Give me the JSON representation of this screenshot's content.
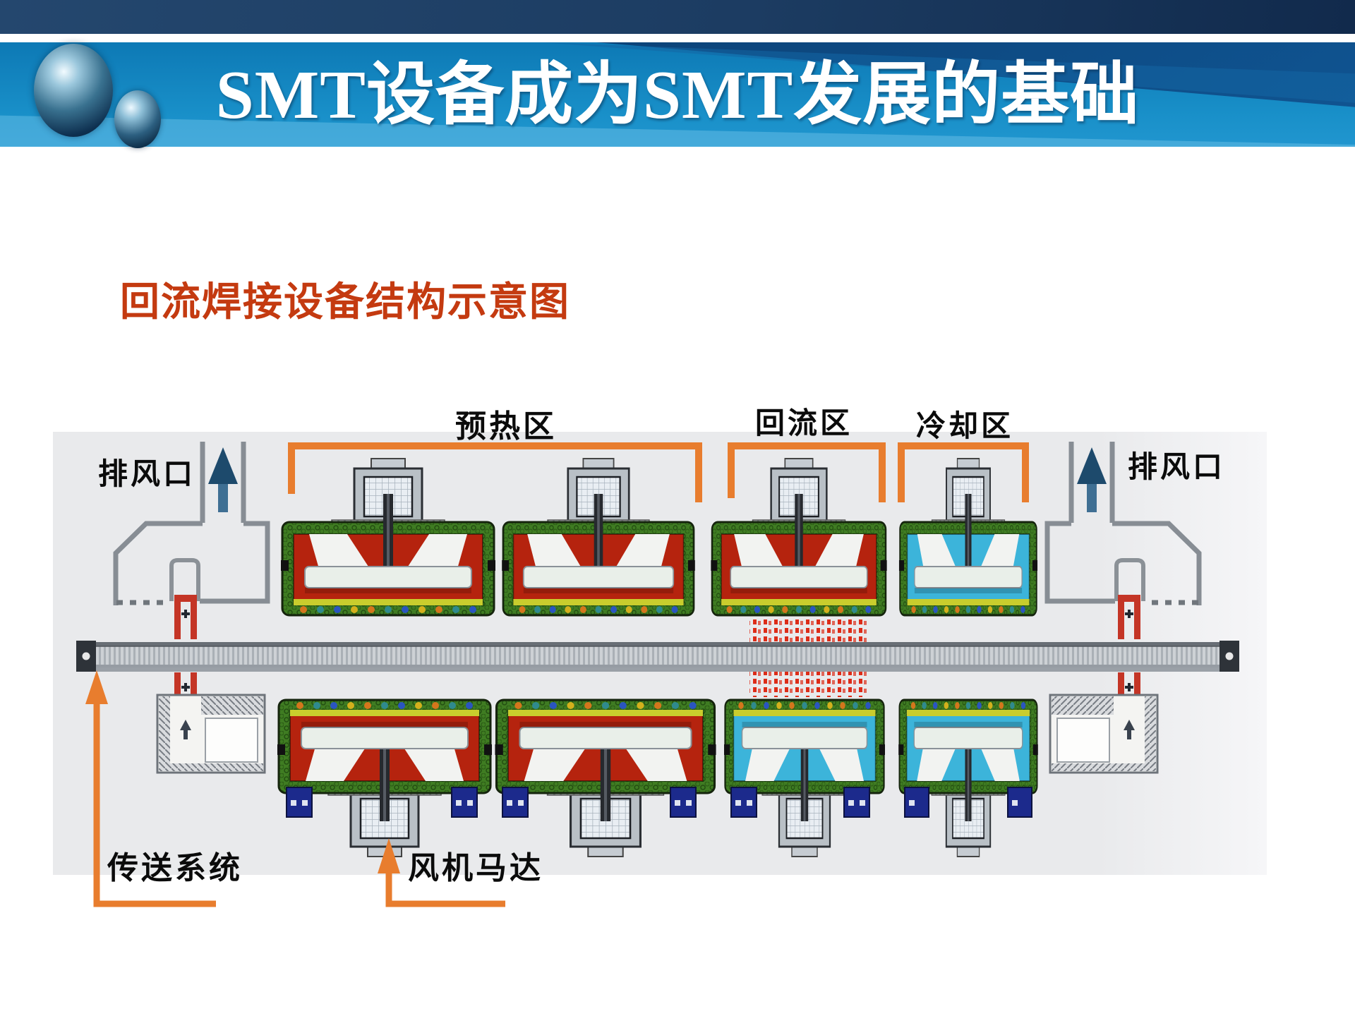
{
  "slide_title": "SMT设备成为SMT发展的基础",
  "subtitle": "回流焊接设备结构示意图",
  "diagram": {
    "zone_labels": {
      "preheat": "预热区",
      "reflow": "回流区",
      "cooling": "冷却区"
    },
    "exhaust_left_label": "排风口",
    "exhaust_right_label": "排风口",
    "conveyor_label": "传送系统",
    "fan_motor_label": "风机马达"
  },
  "colors": {
    "accent_orange": "#e87d2e",
    "subtitle_red": "#c43a10",
    "heater_red": "#b5230e",
    "cooling_cyan": "#3cb4da",
    "casing_green": "#3f7c22",
    "band_blue": "#1187c2",
    "header_navy": "#16335a"
  }
}
